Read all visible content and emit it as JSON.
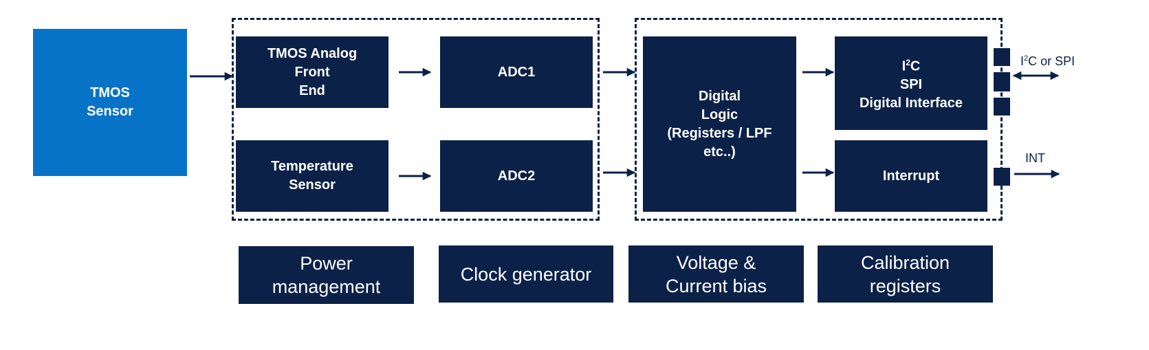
{
  "blocks": {
    "tmos_sensor": "TMOS\nSensor",
    "afe": "TMOS Analog\nFront\nEnd",
    "temp_sensor": "Temperature\nSensor",
    "adc1": "ADC1",
    "adc2": "ADC2",
    "digital_logic": "Digital\nLogic\n(Registers / LPF\netc..)",
    "iface_line1_prefix": "I",
    "iface_line1_sup": "2",
    "iface_line1_suffix": "C",
    "iface_rest": "SPI\nDigital Interface",
    "interrupt": "Interrupt"
  },
  "support_blocks": {
    "power": "Power\nmanagement",
    "clock": "Clock generator",
    "bias": "Voltage &\nCurrent bias",
    "calibration": "Calibration\nregisters"
  },
  "external": {
    "bus_prefix": "I",
    "bus_sup": "2",
    "bus_suffix": "C or SPI",
    "int": "INT"
  },
  "colors": {
    "dark_block": "#0b2148",
    "sensor_block": "#0673c7"
  }
}
